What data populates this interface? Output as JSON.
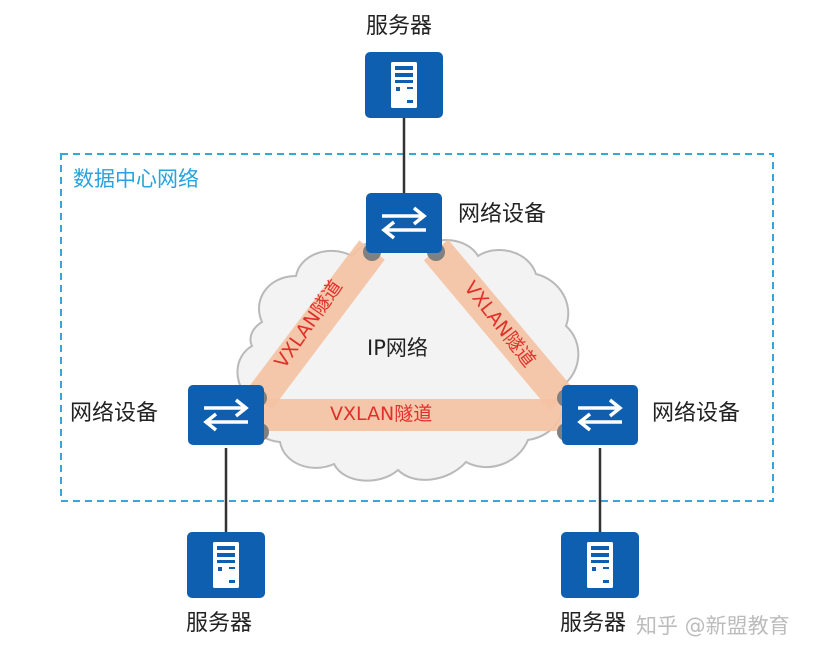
{
  "region_label": "数据中心网络",
  "ip_network_label": "IP网络",
  "tunnel_label": "VXLAN隧道",
  "nodes": {
    "server_top": "服务器",
    "server_left": "服务器",
    "server_right": "服务器",
    "device_top": "网络设备",
    "device_left": "网络设备",
    "device_right": "网络设备"
  },
  "watermark": "知乎 @新盟教育",
  "icons": [
    "server-icon",
    "switch-icon",
    "cloud-icon"
  ],
  "colors": {
    "device_blue": "#0f5fb0",
    "region_border": "#35a7e0",
    "tunnel_fill": "#f6c3a3",
    "tunnel_text": "#e0302a",
    "cloud_fill": "#f3f3f3",
    "cloud_stroke": "#b9b9b9"
  }
}
